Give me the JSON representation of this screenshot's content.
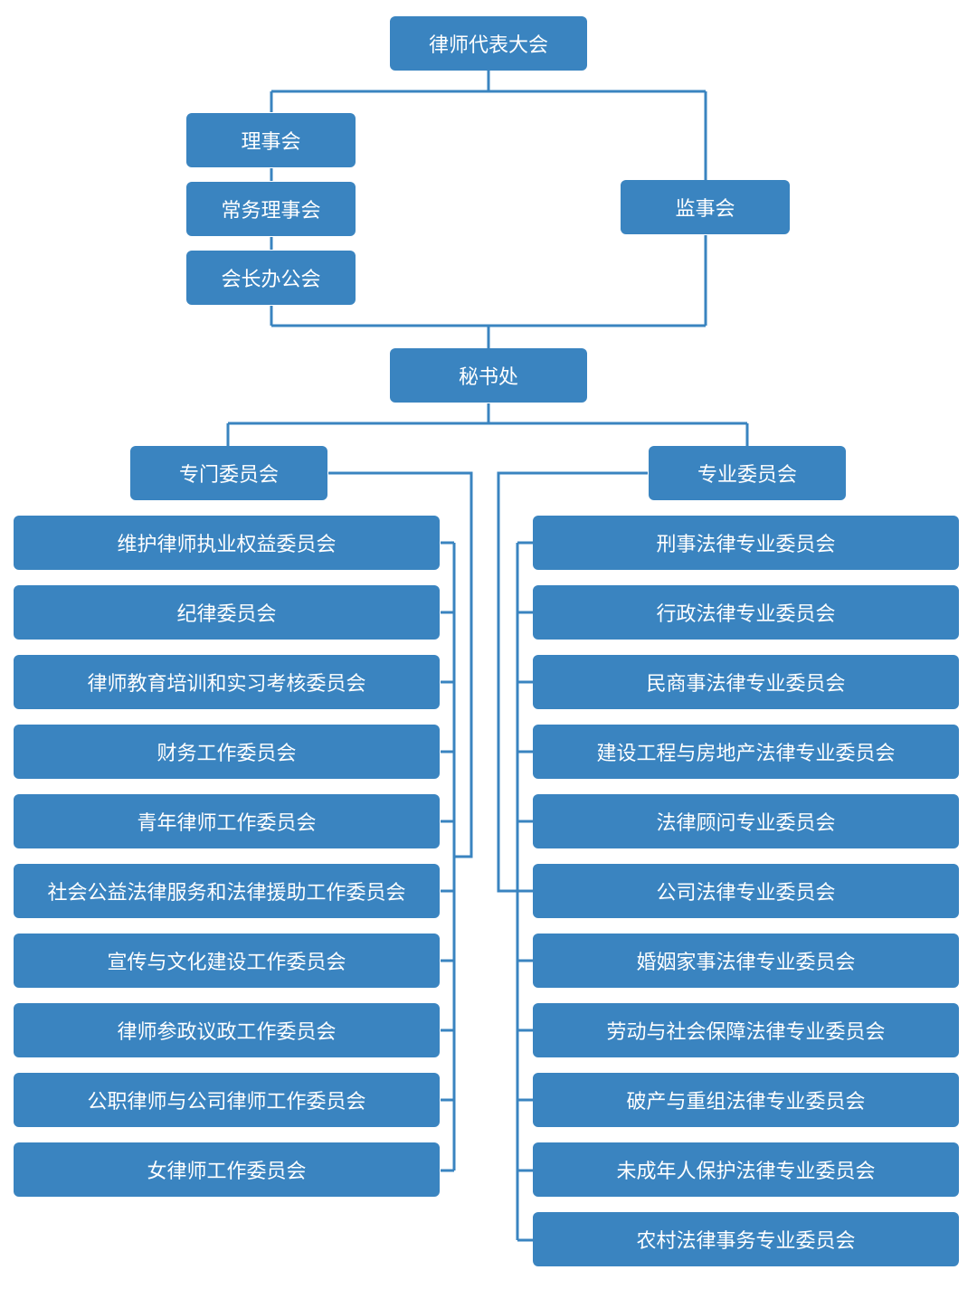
{
  "top": {
    "label": "律师代表大会"
  },
  "council": {
    "label": "理事会"
  },
  "standing_council": {
    "label": "常务理事会"
  },
  "president_office": {
    "label": "会长办公会"
  },
  "supervisory": {
    "label": "监事会"
  },
  "secretariat": {
    "label": "秘书处"
  },
  "special_committees": {
    "label": "专门委员会",
    "items": [
      "维护律师执业权益委员会",
      "纪律委员会",
      "律师教育培训和实习考核委员会",
      "财务工作委员会",
      "青年律师工作委员会",
      "社会公益法律服务和法律援助工作委员会",
      "宣传与文化建设工作委员会",
      "律师参政议政工作委员会",
      "公职律师与公司律师工作委员会",
      "女律师工作委员会"
    ]
  },
  "professional_committees": {
    "label": "专业委员会",
    "items": [
      "刑事法律专业委员会",
      "行政法律专业委员会",
      "民商事法律专业委员会",
      "建设工程与房地产法律专业委员会",
      "法律顾问专业委员会",
      "公司法律专业委员会",
      "婚姻家事法律专业委员会",
      "劳动与社会保障法律专业委员会",
      "破产与重组法律专业委员会",
      "未成年人保护法律专业委员会",
      "农村法律事务专业委员会"
    ]
  },
  "colors": {
    "node": "#3a84c0",
    "line": "#3a84c0"
  }
}
